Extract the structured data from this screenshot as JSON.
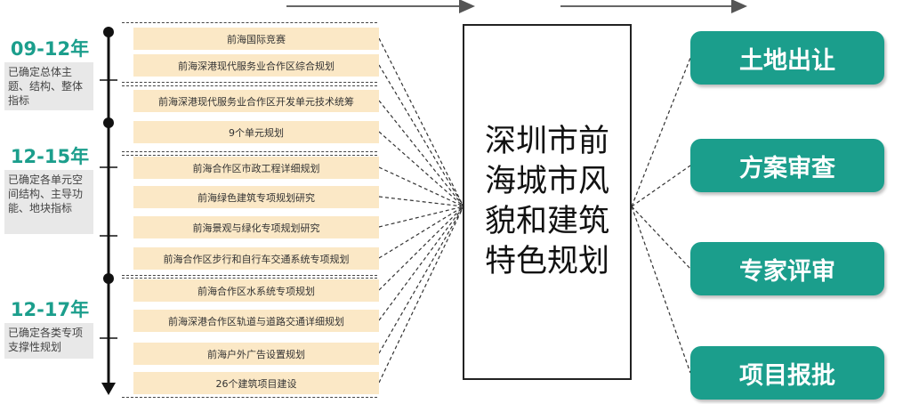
{
  "periods": [
    {
      "year": "09-12年",
      "note": "已确定总体主题、结构、整体指标"
    },
    {
      "year": "12-15年",
      "note": "已确定各单元空间结构、主导功能、地块指标"
    },
    {
      "year": "12-17年",
      "note": "已确定各类专项支撑性规划"
    }
  ],
  "plans": [
    "前海国际竞赛",
    "前海深港现代服务业合作区综合规划",
    "前海深港现代服务业合作区开发单元技术统筹",
    "9个单元规划",
    "前海合作区市政工程详细规划",
    "前海绿色建筑专项规划研究",
    "前海景观与绿化专项规划研究",
    "前海合作区步行和自行车交通系统专项规划",
    "前海合作区水系统专项规划",
    "前海深港合作区轨道与道路交通详细规划",
    "前海户外广告设置规划",
    "26个建筑项目建设"
  ],
  "center_title": "深圳市前海城市风貌和建筑特色规划",
  "actions": [
    "土地出让",
    "方案审查",
    "专家评审",
    "项目报批"
  ],
  "colors": {
    "accent": "#1b9e8c",
    "plan_bg": "#fbe8c6",
    "note_bg": "#e8e8e8"
  }
}
